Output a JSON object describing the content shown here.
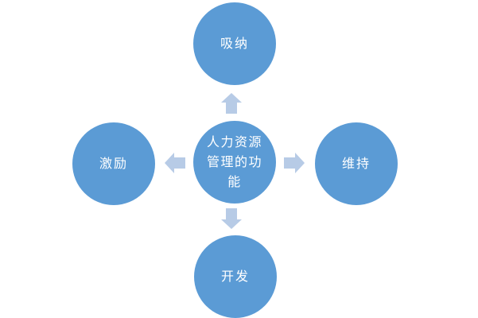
{
  "diagram": {
    "background": "#FFFFFF",
    "colors": {
      "node_fill": "#5B9BD5",
      "arrow_fill": "#B7CBE6",
      "label_color": "#FFFFFF"
    },
    "center_node": {
      "label": "人力资源管理的功能",
      "lines": [
        "人力资源",
        "管理的功",
        "能"
      ]
    },
    "nodes": [
      {
        "position": "top",
        "label": "吸纳"
      },
      {
        "position": "left",
        "label": "激励"
      },
      {
        "position": "right",
        "label": "维持"
      },
      {
        "position": "bottom",
        "label": "开发"
      }
    ],
    "arrows": [
      {
        "direction": "up",
        "from": "center",
        "to": "top"
      },
      {
        "direction": "left",
        "from": "center",
        "to": "left"
      },
      {
        "direction": "right",
        "from": "center",
        "to": "right"
      },
      {
        "direction": "down",
        "from": "center",
        "to": "bottom"
      }
    ]
  }
}
